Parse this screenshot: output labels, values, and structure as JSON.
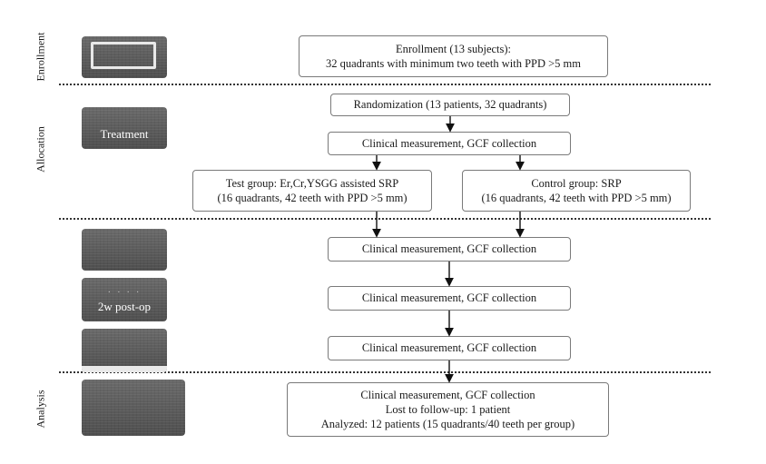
{
  "phases": {
    "enrollment": "Enrollment",
    "allocation": "Allocation",
    "analysis": "Analysis"
  },
  "thumbnails": {
    "treatment_caption": "Treatment",
    "post_op_caption": "2w post-op"
  },
  "boxes": {
    "enrollment_line1": "Enrollment (13 subjects):",
    "enrollment_line2": "32 quadrants with minimum two teeth with PPD >5 mm",
    "randomization": "Randomization (13 patients, 32 quadrants)",
    "baseline_measure": "Clinical measurement, GCF collection",
    "test_line1": "Test group: Er,Cr,YSGG assisted SRP",
    "test_line2": "(16 quadrants, 42 teeth with PPD >5 mm)",
    "control_line1": "Control group: SRP",
    "control_line2": "(16 quadrants, 42 teeth with PPD >5 mm)",
    "followup1": "Clinical measurement, GCF collection",
    "followup2": "Clinical measurement, GCF collection",
    "followup3": "Clinical measurement, GCF collection",
    "final_line1": "Clinical measurement, GCF collection",
    "final_line2": "Lost to follow-up: 1 patient",
    "final_line3": "Analyzed: 12 patients (15 quadrants/40 teeth per group)"
  }
}
